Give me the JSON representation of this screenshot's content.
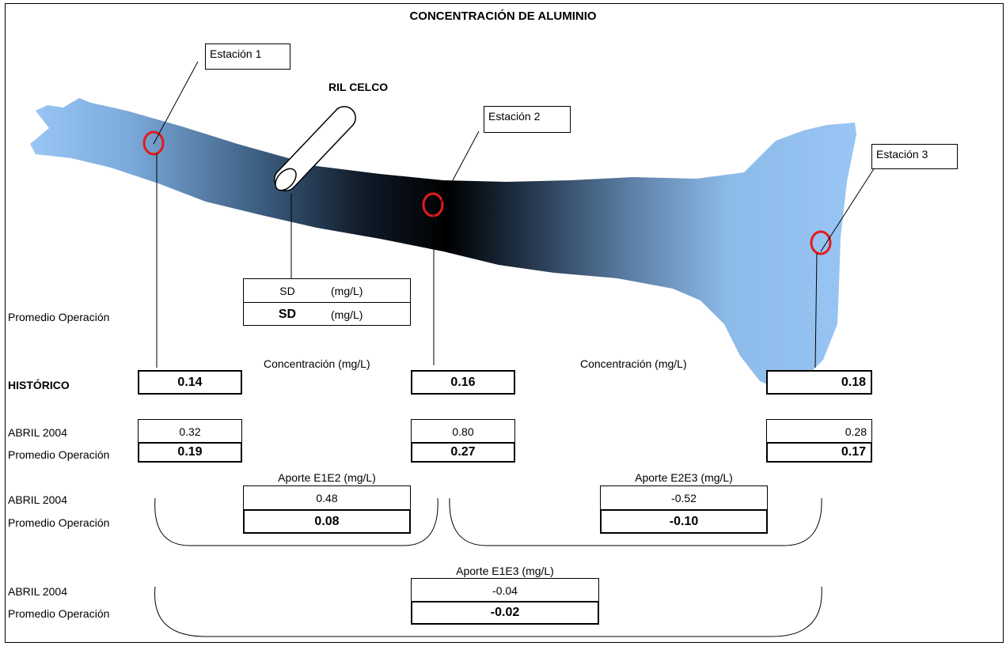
{
  "title": "CONCENTRACIÓN DE ALUMINIO",
  "colors": {
    "water_light": "#99c6f4",
    "water_dark": "#000000",
    "station_ring": "#e31b1b",
    "frame": "#000000"
  },
  "river": {
    "source_label": "RIL CELCO",
    "source_icon": "pipe-icon"
  },
  "stations": [
    {
      "label": "Estación 1"
    },
    {
      "label": "Estación 2"
    },
    {
      "label": "Estación 3"
    }
  ],
  "ril": {
    "row1": {
      "value": "SD",
      "unit": "(mg/L)"
    },
    "row2": {
      "value": "SD",
      "unit": "(mg/L)"
    },
    "row_label": "Promedio Operación"
  },
  "concentration_caption_left": "Concentración (mg/L)",
  "concentration_caption_right": "Concentración (mg/L)",
  "rows": {
    "historico": {
      "label": "HISTÓRICO",
      "values": [
        "0.14",
        "0.16",
        "0.18"
      ]
    },
    "abril": {
      "label": "ABRIL 2004",
      "values": [
        "0.32",
        "0.80",
        "0.28"
      ]
    },
    "promedio": {
      "label": "Promedio Operación",
      "values": [
        "0.19",
        "0.27",
        "0.17"
      ]
    }
  },
  "aporte": {
    "row_label_abril": "ABRIL 2004",
    "row_label_promedio": "Promedio Operación",
    "e1e2": {
      "caption": "Aporte E1E2 (mg/L)",
      "abril": "0.48",
      "promedio": "0.08"
    },
    "e2e3": {
      "caption": "Aporte E2E3 (mg/L)",
      "abril": "-0.52",
      "promedio": "-0.10"
    },
    "e1e3": {
      "caption": "Aporte E1E3 (mg/L)",
      "abril": "-0.04",
      "promedio": "-0.02"
    }
  }
}
